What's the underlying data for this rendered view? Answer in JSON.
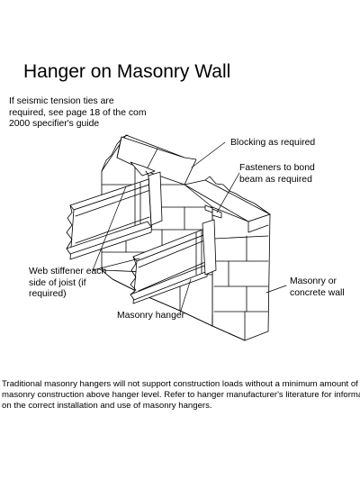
{
  "title": "Hanger on Masonry Wall",
  "note": {
    "line1": "If seismic tension ties are",
    "line2": "required, see page 18 of the com",
    "line3": "2000 specifier's guide"
  },
  "callouts": {
    "blocking": "Blocking as required",
    "fasteners_1": "Fasteners to bond",
    "fasteners_2": "beam as required",
    "stiffener_1": "Web stiffener each",
    "stiffener_2": "side of joist (if",
    "stiffener_3": "required)",
    "masonry_1": "Masonry or",
    "masonry_2": "concrete wall",
    "hanger": "Masonry hanger"
  },
  "footnote": {
    "line1": "Traditional masonry hangers will not support construction loads without a minimum amount of c",
    "line2": "masonry construction above hanger level. Refer to hanger manufacturer's literature for informati",
    "line3": "on the correct installation and use of masonry hangers."
  }
}
